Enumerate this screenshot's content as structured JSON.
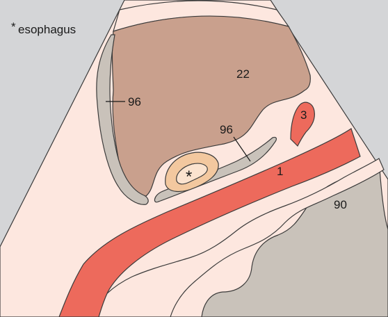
{
  "legend": {
    "asterisk": "*",
    "text": "esophagus"
  },
  "labels": {
    "liver": "22",
    "aorta": "1",
    "celiac": "3",
    "crus_left": "96",
    "crus_right": "96",
    "vertebra": "90",
    "esophagus_mark": "*"
  },
  "colors": {
    "background_gray": "#d4d5d7",
    "sector_fill": "#fde7df",
    "liver": "#c9a08d",
    "aorta": "#ed6a5c",
    "crus": "#c9c2ba",
    "vertebra": "#c9c2ba",
    "esophagus_outer": "#f3c89f",
    "esophagus_inner": "#fbe3cf"
  }
}
